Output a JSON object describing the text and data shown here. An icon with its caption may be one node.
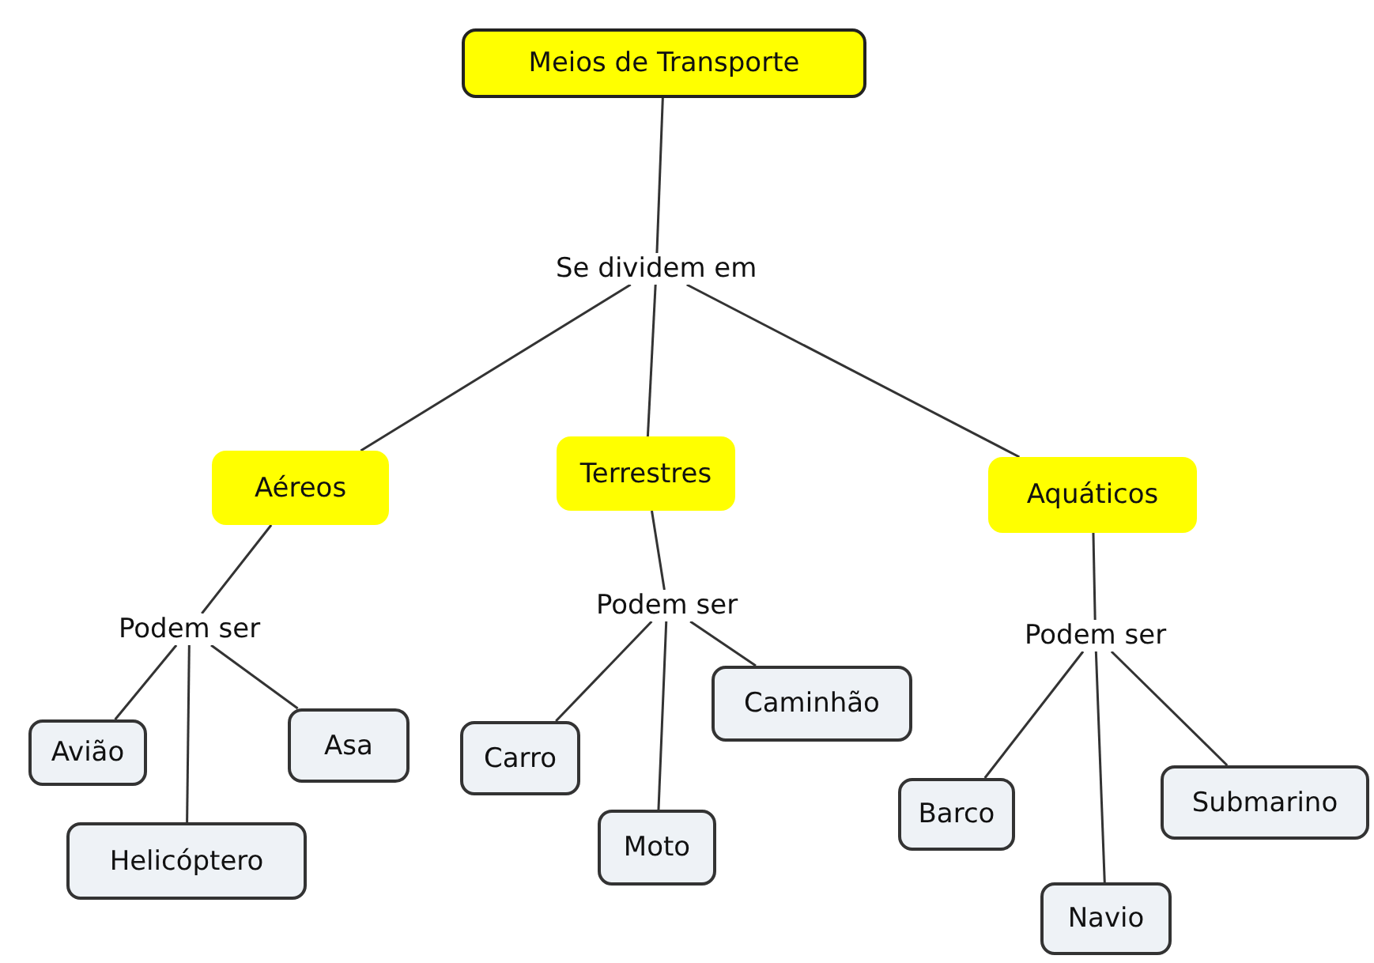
{
  "diagram": {
    "nodes": [
      {
        "text": [
          "Meios de Transporte"
        ]
      },
      {
        "text": [
          "Se dividem em"
        ]
      },
      {
        "text": [
          "Aéreos"
        ]
      },
      {
        "text": [
          "Terrestres"
        ]
      },
      {
        "text": [
          "Aquáticos"
        ]
      },
      {
        "text": [
          "Podem ser"
        ]
      },
      {
        "text": [
          "Podem ser"
        ]
      },
      {
        "text": [
          "Podem ser"
        ]
      },
      {
        "text": [
          "Avião"
        ]
      },
      {
        "text": [
          "Helicóptero"
        ]
      },
      {
        "text": [
          "Asa"
        ]
      },
      {
        "text": [
          "Carro"
        ]
      },
      {
        "text": [
          "Moto"
        ]
      },
      {
        "text": [
          "Caminhão"
        ]
      },
      {
        "text": [
          "Barco"
        ]
      },
      {
        "text": [
          "Navio"
        ]
      },
      {
        "text": [
          "Submarino"
        ]
      }
    ],
    "edges": [
      {
        "from": 0,
        "to": 1,
        "arrow": "none"
      },
      {
        "from": 1,
        "to": 2,
        "arrow": "none"
      },
      {
        "from": 1,
        "to": 3,
        "arrow": "none"
      },
      {
        "from": 1,
        "to": 4,
        "arrow": "none"
      },
      {
        "from": 2,
        "to": 5,
        "arrow": "none"
      },
      {
        "from": 3,
        "to": 6,
        "arrow": "none"
      },
      {
        "from": 4,
        "to": 7,
        "arrow": "none"
      },
      {
        "from": 5,
        "to": 8,
        "arrow": "none"
      },
      {
        "from": 5,
        "to": 9,
        "arrow": "none"
      },
      {
        "from": 5,
        "to": 10,
        "arrow": "none"
      },
      {
        "from": 6,
        "to": 11,
        "arrow": "none"
      },
      {
        "from": 6,
        "to": 12,
        "arrow": "none"
      },
      {
        "from": 6,
        "to": 13,
        "arrow": "none"
      },
      {
        "from": 7,
        "to": 14,
        "arrow": "none"
      },
      {
        "from": 7,
        "to": 15,
        "arrow": "none"
      },
      {
        "from": 7,
        "to": 16,
        "arrow": "none"
      }
    ]
  }
}
